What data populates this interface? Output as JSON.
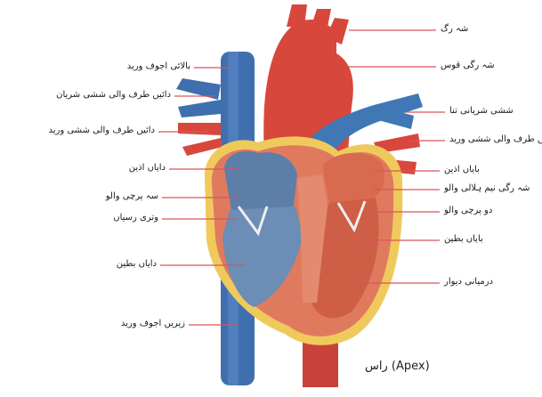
{
  "labels": {
    "aorta": "شہ رگ",
    "aortic_arch": "شہ رگی قوس",
    "superior_vena_cava": "بالائی اجوف ورید",
    "right_pulmonary_artery": "دائیں طرف والی ششی شریان",
    "right_pulmonary_veins": "دائیں طرف والی ششی ورید",
    "pulmonary_trunk": "ششی شریانی تنا",
    "left_pulmonary_veins": "بائیں طرف والی ششی ورید",
    "right_atrium": "دایاں اذین",
    "tricuspid_valve": "سہ پرچی والو",
    "semilunar_valves": "نیم ہلالی والو",
    "left_atrium": "بایاں اذین",
    "mitral_valve": "دو پرچی والو",
    "aortic_semilunar_valve": "شہ رگی نیم ہلالی والو",
    "chordae_tendineae": "وتری رسیاں",
    "right_ventricle": "دایاں بطین",
    "left_ventricle": "بایاں بطین",
    "septum": "درمیانی دیوار",
    "inferior_vena_cava": "زیریں اجوف ورید",
    "apex": "راس (Apex)"
  },
  "colors": {
    "oxygenated": "#d8473b",
    "deoxygenated": "#3f78b5",
    "muscle": "#e07a5f",
    "pericardium": "#f0c95c",
    "leader_line": "#d9555a"
  }
}
